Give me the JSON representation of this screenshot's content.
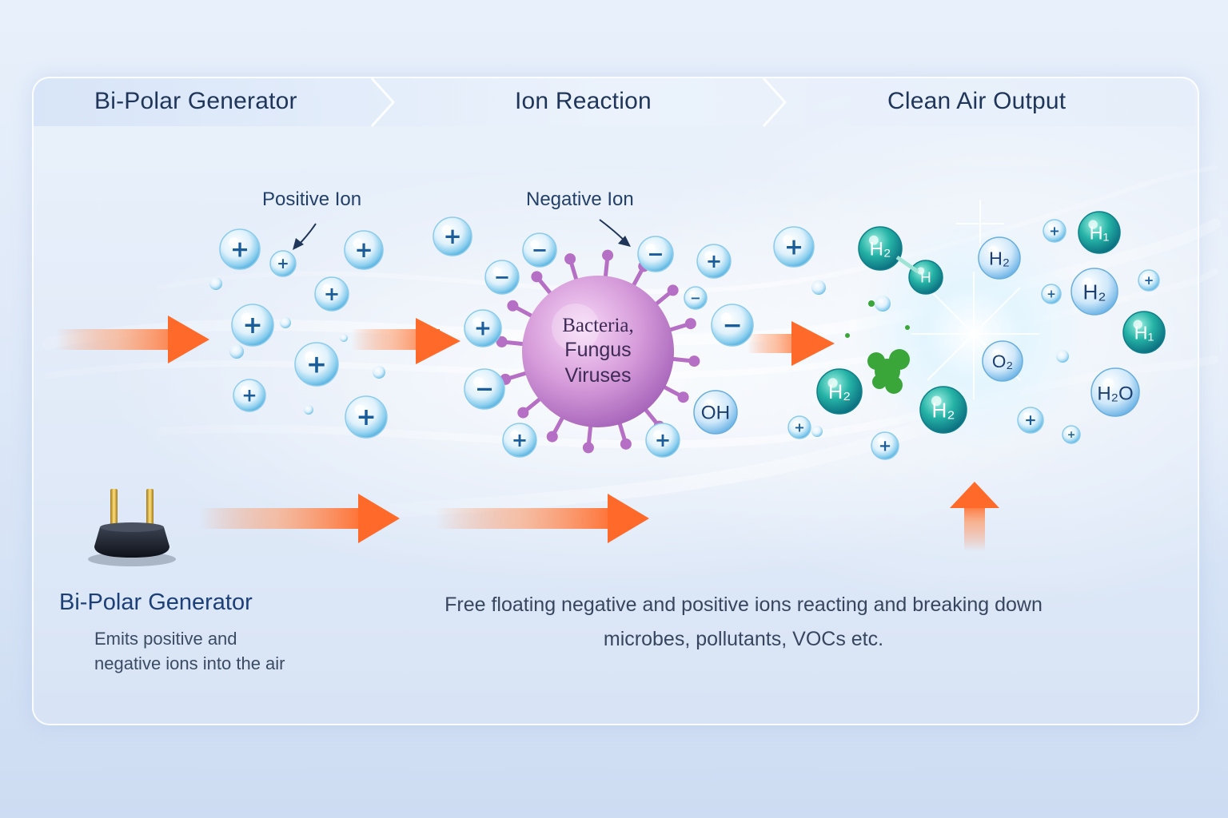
{
  "header": {
    "stages": [
      "Bi-Polar Generator",
      "Ion Reaction",
      "Clean Air Output"
    ]
  },
  "labels": {
    "positive_ion": "Positive Ion",
    "negative_ion": "Negative Ion",
    "pathogen": [
      "Bacteria,",
      "Fungus",
      "Viruses"
    ]
  },
  "ions": {
    "positive_symbol": "+",
    "negative_symbol": "−"
  },
  "molecules": [
    "OH",
    "H₂",
    "H",
    "H₂",
    "H₁",
    "H₂",
    "H₁",
    "H₂",
    "H₂",
    "O₂",
    "H₂O"
  ],
  "bottom": {
    "generator_title": "Bi-Polar Generator",
    "generator_desc": [
      "Emits positive and",
      "negative ions into the air"
    ],
    "reaction_desc": [
      "Free floating negative and positive ions reacting and breaking down",
      "microbes, pollutants, VOCs etc."
    ]
  },
  "colors": {
    "arrow": "#ff7a3d",
    "ion_text": "#1b5c9a",
    "molecule_teal": "#1aa3a0",
    "pathogen": "#c77fd0",
    "heading": "#1f3559"
  },
  "icons": [
    "power-plug-icon",
    "right-arrow-icon",
    "up-arrow-icon",
    "pathogen-icon"
  ]
}
